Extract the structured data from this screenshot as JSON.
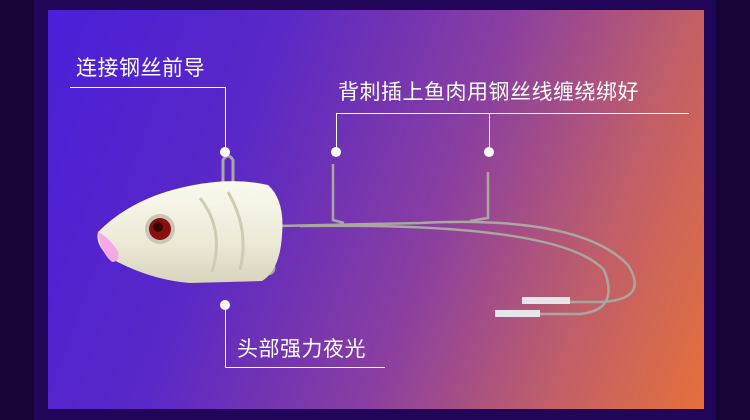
{
  "labels": {
    "connect": "连接钢丝前导",
    "back_spike": "背刺插上鱼肉用钢丝线缠绕绑好",
    "head_glow": "头部强力夜光"
  },
  "colors": {
    "panel_start": "#4a1fd8",
    "panel_end": "#e4703a",
    "frame": "#200558"
  }
}
